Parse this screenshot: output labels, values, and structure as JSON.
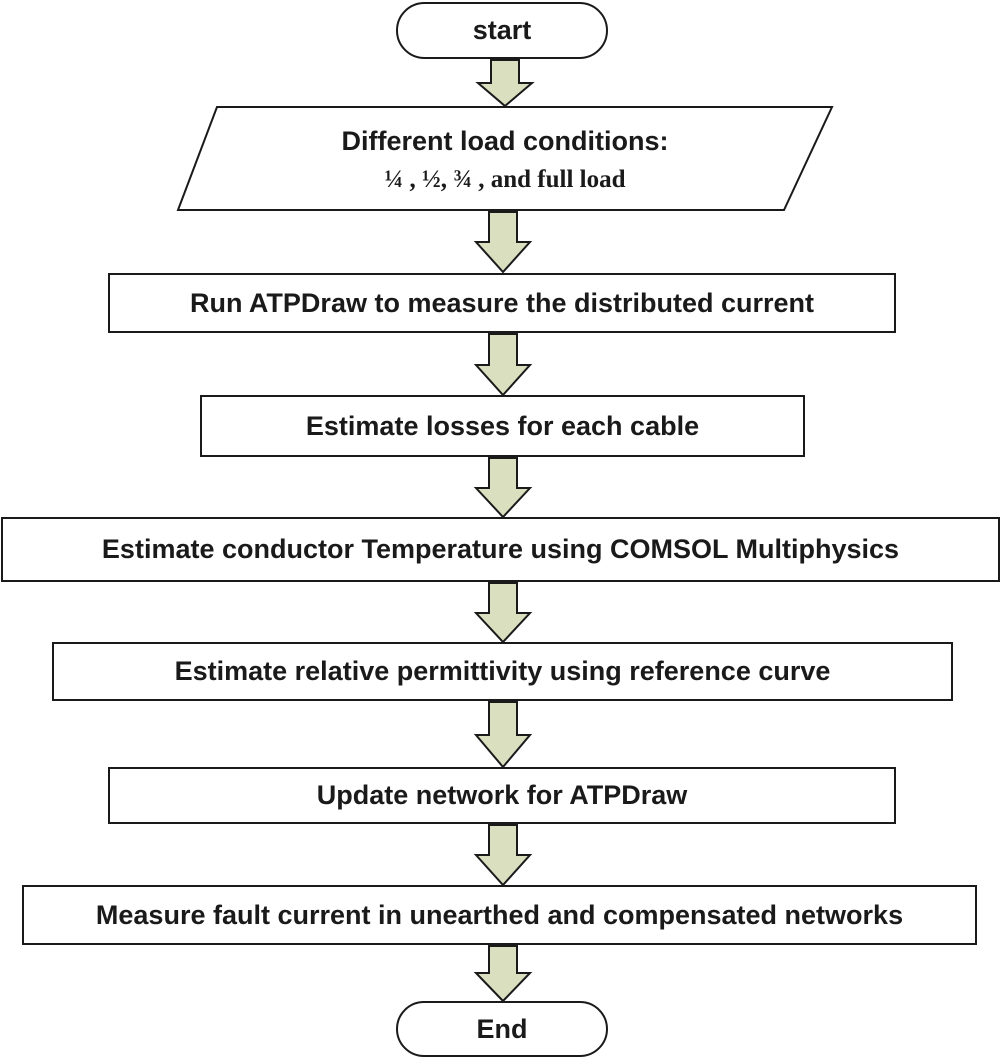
{
  "flowchart": {
    "start": "start",
    "input": {
      "line1": "Different load conditions:",
      "line2": "¼ , ½, ¾ , and full load"
    },
    "steps": [
      "Run ATPDraw to measure the distributed current",
      "Estimate losses for each cable",
      "Estimate conductor Temperature using COMSOL Multiphysics",
      "Estimate relative permittivity using reference curve",
      "Update network for ATPDraw",
      "Measure fault current in unearthed and compensated networks"
    ],
    "end": "End"
  },
  "colors": {
    "arrow_fill": "#d9dfbf",
    "stroke": "#1a1a1a",
    "background": "#ffffff"
  }
}
